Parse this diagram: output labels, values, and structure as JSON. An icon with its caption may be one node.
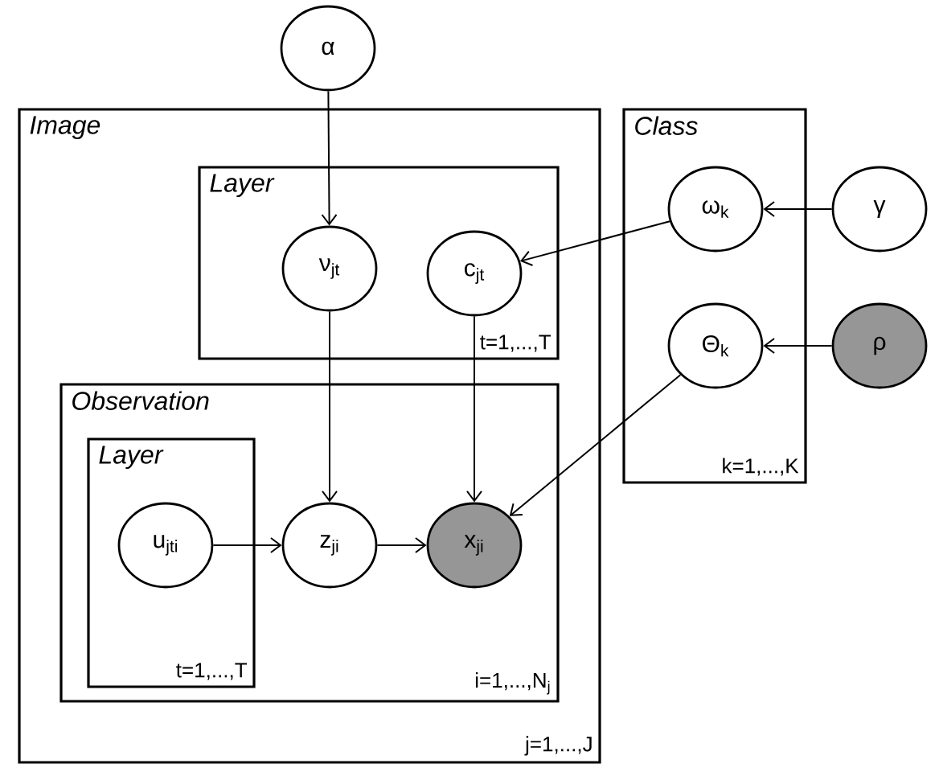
{
  "diagram": {
    "nodes": [
      {
        "text": [
          "α"
        ]
      },
      {
        "text": [
          "Image",
          "j=1,...,J"
        ]
      },
      {
        "text": [
          "Layer",
          "t=1,...,T"
        ],
        "in": 1
      },
      {
        "text": [
          "ν$_{jt}$"
        ],
        "in": 2
      },
      {
        "text": [
          "c$_{jt}$"
        ],
        "in": 2
      },
      {
        "text": [
          "Observation",
          "i=1,...,N$_{j}$"
        ],
        "in": 1
      },
      {
        "text": [
          "Layer",
          "t=1,...,T"
        ],
        "in": 5
      },
      {
        "text": [
          "u$_{jti}$"
        ],
        "in": 6
      },
      {
        "text": [
          "z$_{ji}$"
        ],
        "in": 5
      },
      {
        "text": [
          "x$_{ji}$"
        ],
        "in": 5
      },
      {
        "text": [
          "Class",
          "k=1,...,K"
        ]
      },
      {
        "text": [
          "ω$_{k}$"
        ],
        "in": 10
      },
      {
        "text": [
          "Θ$_{k}$"
        ],
        "in": 10
      },
      {
        "text": [
          "γ"
        ]
      },
      {
        "text": [
          "ρ"
        ]
      }
    ],
    "edges": [
      {
        "from": 0,
        "to": 3,
        "arrow": "to"
      },
      {
        "from": 3,
        "to": 8,
        "arrow": "to"
      },
      {
        "from": 4,
        "to": 9,
        "arrow": "to"
      },
      {
        "from": 7,
        "to": 8,
        "arrow": "to"
      },
      {
        "from": 8,
        "to": 9,
        "arrow": "to"
      },
      {
        "from": 11,
        "to": 4,
        "arrow": "to"
      },
      {
        "from": 13,
        "to": 11,
        "arrow": "to"
      },
      {
        "from": 14,
        "to": 12,
        "arrow": "to"
      },
      {
        "from": 12,
        "to": 9,
        "arrow": "to"
      }
    ]
  }
}
